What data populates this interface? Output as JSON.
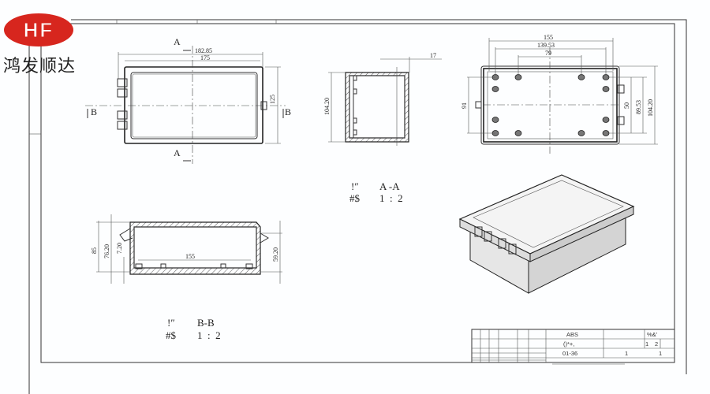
{
  "logo": {
    "mark": "HF",
    "company": "鸿发顺达",
    "color": "#d7261e"
  },
  "top_view": {
    "section_a_top": "A",
    "section_a_bottom": "A",
    "section_b_left": "B",
    "section_b_right": "B",
    "dim_overall_width": "182.85",
    "dim_width": "175",
    "dim_height": "125"
  },
  "section_aa": {
    "dim_height": "104.20",
    "dim_offset": "17",
    "caption_line1_a": "!″",
    "caption_line1_b": "A -A",
    "caption_line2_a": "#$",
    "caption_line2_b": "1  :  2"
  },
  "side_view": {
    "dim_width": "155",
    "dim_hole_span": "139.53",
    "dim_inner_span": "79",
    "dim_left": "91",
    "dim_r1": "50",
    "dim_r2": "89.53",
    "dim_r3": "104.20"
  },
  "section_bb": {
    "dim_total": "85",
    "dim_inner": "76.20",
    "dim_base": "7.20",
    "dim_length": "155",
    "dim_right": "59.20",
    "caption_line1_a": "!″",
    "caption_line1_b": "B-B",
    "caption_line2_a": "#$",
    "caption_line2_b": "1  :  2"
  },
  "title_block": {
    "material": "ABS",
    "r2_label": "()*+,",
    "part_no": "01-36",
    "top_right": "%&'",
    "scale_a": "1",
    "scale_b": "2",
    "qty_a": "1",
    "qty_b": "1"
  }
}
